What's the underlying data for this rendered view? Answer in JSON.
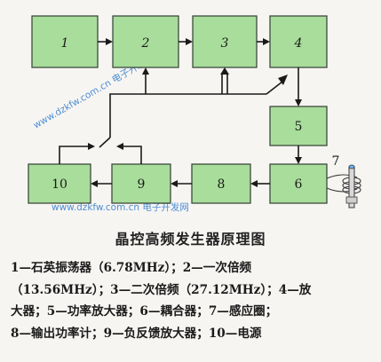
{
  "blocks": [
    {
      "id": "1",
      "label": "1"
    },
    {
      "id": "2",
      "label": "2"
    },
    {
      "id": "3",
      "label": "3"
    },
    {
      "id": "4",
      "label": "4"
    },
    {
      "id": "5",
      "label": "5"
    },
    {
      "id": "6",
      "label": "6"
    },
    {
      "id": "8",
      "label": "8"
    },
    {
      "id": "9",
      "label": "9"
    },
    {
      "id": "10",
      "label": "10"
    }
  ],
  "coil_label": "7",
  "watermarks": [
    {
      "text": "www.dzkfw.com.cn 电子开发网"
    },
    {
      "text": "www.dzkfw.com.cn 电子开发网"
    }
  ],
  "caption": "晶控高频发生器原理图",
  "legend": [
    "1—石英振荡器（6.78MHz）；2—一次倍频",
    "（13.56MHz）；3—二次倍频（27.12MHz）；4—放",
    "大器；5—功率放大器；6—耦合器；7—感应圈；",
    "8—输出功率计；9—负反馈放大器；10—电源"
  ]
}
